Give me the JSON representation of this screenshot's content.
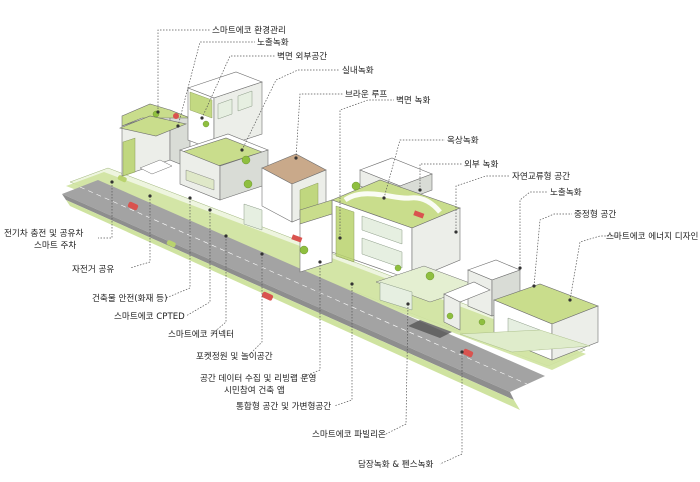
{
  "labels": {
    "smart_env": "스마트에코 환경관리",
    "exposed_green_top": "노출녹화",
    "wall_exterior_space": "벽면 외부공간",
    "indoor_green": "실내녹화",
    "brown_roof": "브라운 루프",
    "wall_green": "벽면 녹화",
    "roof_green": "옥상녹화",
    "exterior_green": "외부 녹화",
    "nature_space": "자연교류형 공간",
    "exposed_green_right": "노출녹화",
    "courtyard": "중정형 공간",
    "energy_design": "스마트에코 에너지 디자인",
    "ev_line1": "전기차 충전 및 공유차",
    "ev_line2": "스마트 주차",
    "bike": "자전거 공유",
    "safety": "건축물 안전(화재 등)",
    "cpted": "스마트에코 CPTED",
    "connector": "스마트에코 커넥터",
    "pocket_park": "포켓정원 및 놀이공간",
    "data_line1": "공간 데이터 수집 및 리빙랩 운영",
    "data_line2": "시민참여 건축 앱",
    "integrated": "통합형 공간 및 가변형공간",
    "pavilion": "스마트에코 파빌리온",
    "fence": "담장녹화 & 펜스녹화"
  },
  "colors": {
    "green_light": "#c9dd8c",
    "green_mid": "#b9d36d",
    "green_road_edge": "#cfe3a0",
    "road": "#a3a3a3",
    "car": "#d9534f",
    "building": "#ffffff"
  }
}
